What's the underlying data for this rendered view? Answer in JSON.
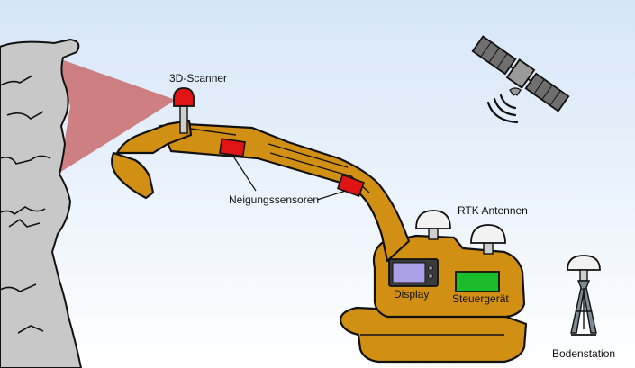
{
  "labels": {
    "scanner": "3D-Scanner",
    "tilt_sensors": "Neigungssensoren",
    "rtk_antennas": "RTK Antennen",
    "display": "Display",
    "control_unit": "Steuergerät",
    "base_station": "Bodenstation"
  },
  "colors": {
    "sky_top": "#d6e6f8",
    "sky_bottom": "#ffffff",
    "rock": "#c8c8c8",
    "scan_beam": "#c96b6b",
    "excavator_body": "#d18f13",
    "sensor_red": "#e01414",
    "control_unit_green": "#1bbd2b",
    "display_screen": "#a9a0e6",
    "antenna_dome": "#f2f2f2",
    "outline": "#111111"
  },
  "icons": {
    "satellite": "satellite-icon",
    "signal": "signal-waves-icon",
    "base_station": "tripod-gnss-icon"
  }
}
